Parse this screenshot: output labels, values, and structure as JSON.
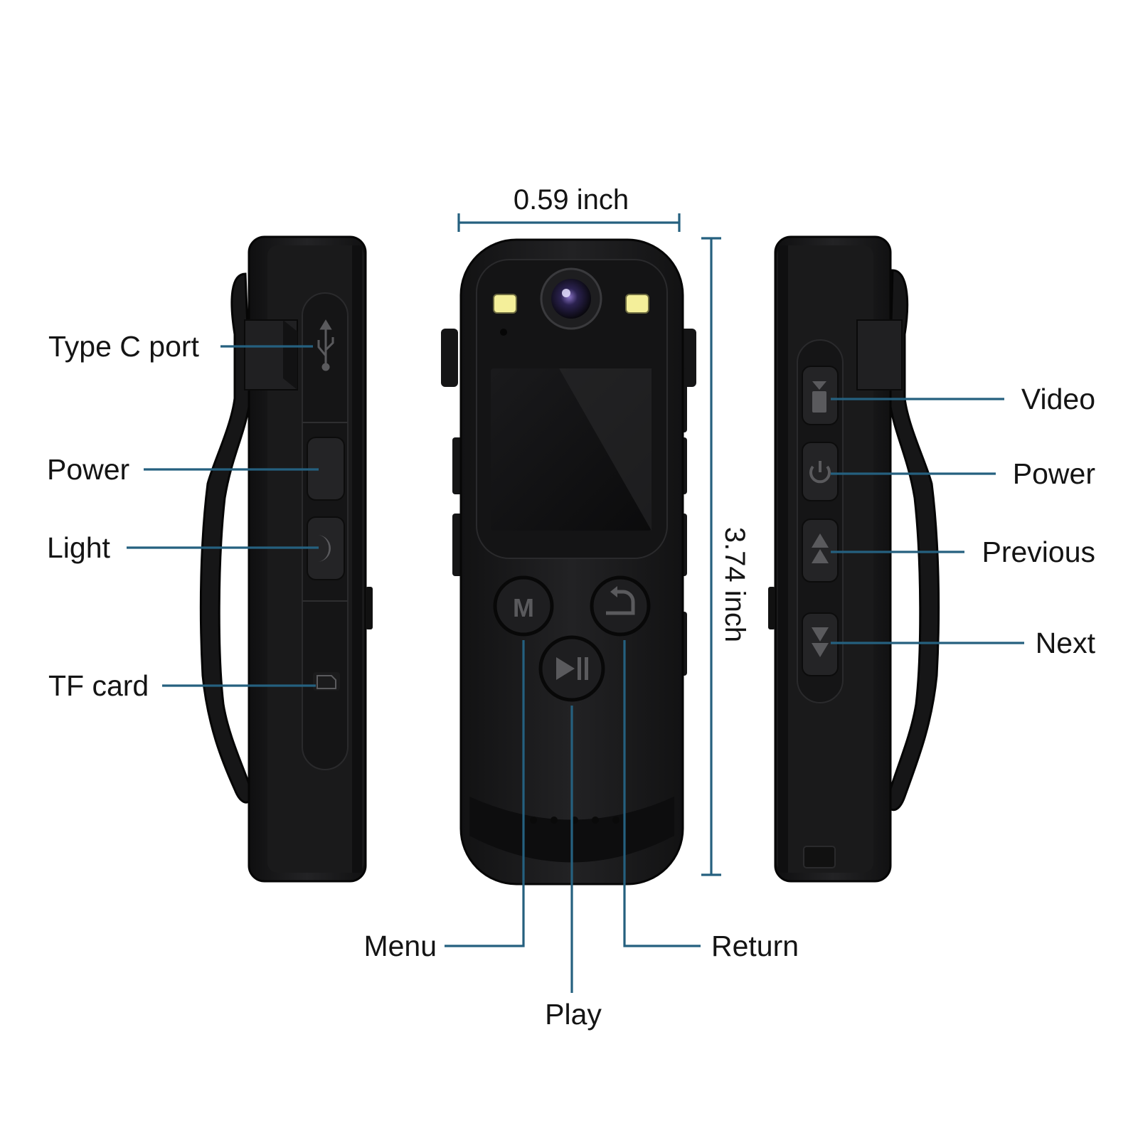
{
  "dimensions": {
    "width_label": "0.59 inch",
    "height_label": "3.74 inch"
  },
  "labels": {
    "left": {
      "type_c_port": "Type C port",
      "power": "Power",
      "light": "Light",
      "tf_card": "TF card"
    },
    "right": {
      "video": "Video",
      "power": "Power",
      "previous": "Previous",
      "next": "Next"
    },
    "bottom": {
      "menu": "Menu",
      "play": "Play",
      "return": "Return"
    }
  },
  "front_buttons": {
    "menu_glyph": "M"
  },
  "colors": {
    "leader_line": "#25607f",
    "body": "#1b1b1d",
    "led": "#f4ef9a",
    "text": "#141414"
  },
  "icons": [
    "usb-icon",
    "moon-icon",
    "sd-card-icon",
    "video-camera-icon",
    "power-icon",
    "previous-icon",
    "next-icon",
    "return-icon",
    "play-pause-icon",
    "lens-icon"
  ]
}
